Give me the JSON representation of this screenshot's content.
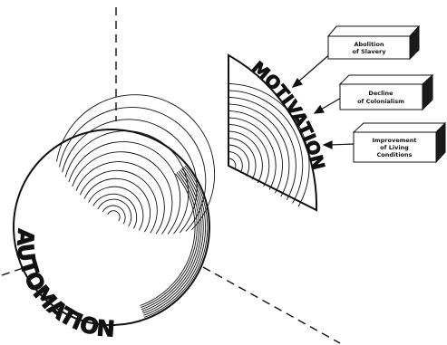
{
  "diagram": {
    "title": "",
    "colors": {
      "ink": "#111111",
      "paper": "#ffffff",
      "box_side": "#1a1a1a"
    },
    "sphere": {
      "label": "AUTOMATION"
    },
    "quadrant": {
      "label": "MOTIVATION"
    },
    "boxes": [
      {
        "line1": "Abolition",
        "line2": "of Slavery"
      },
      {
        "line1": "Decline",
        "line2": "of Colonialism"
      },
      {
        "line1": "Improvement",
        "line2": "of Living",
        "line3": "Conditions"
      }
    ]
  }
}
